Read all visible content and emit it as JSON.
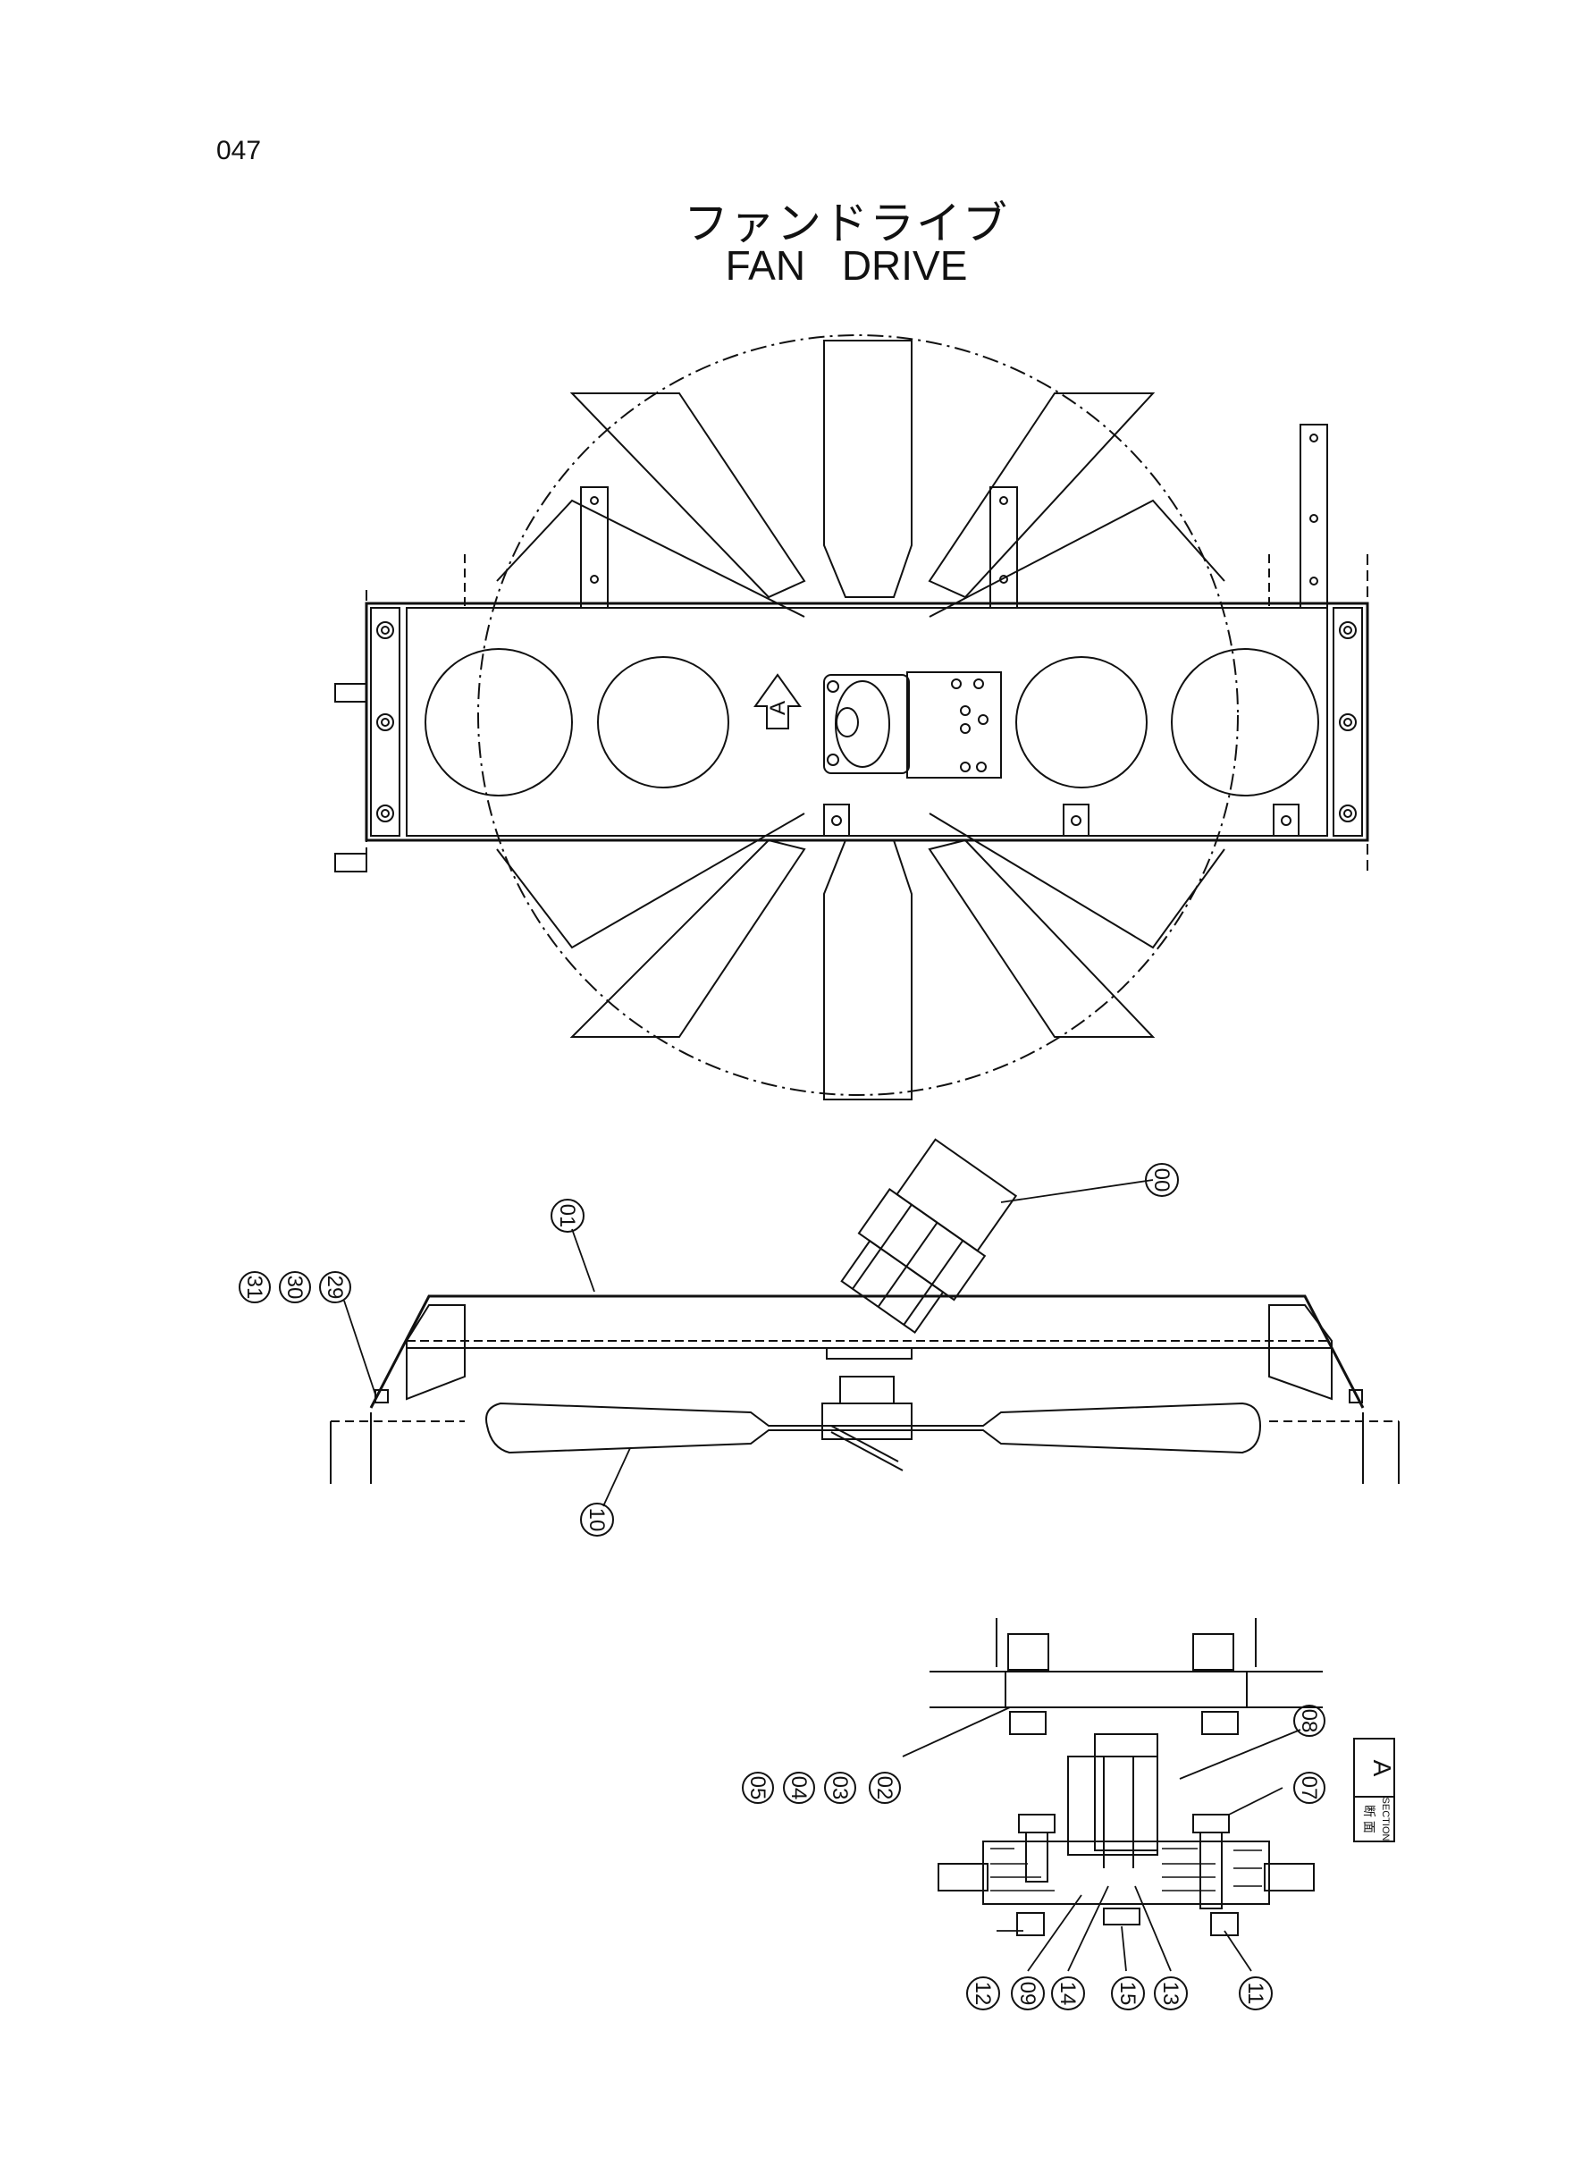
{
  "page_number": "047",
  "title": {
    "japanese": "ファンドライブ",
    "english": "FAN   DRIVE"
  },
  "view_arrow_label": "A",
  "section_box": {
    "japanese": "断 面",
    "english": "SECTION",
    "letter": "A"
  },
  "callouts": {
    "c00": "00",
    "c01": "01",
    "c02": "02",
    "c03": "03",
    "c04": "04",
    "c05": "05",
    "c07": "07",
    "c08": "08",
    "c09": "09",
    "c10": "10",
    "c11": "11",
    "c12": "12",
    "c13": "13",
    "c14": "14",
    "c15": "15",
    "c29": "29",
    "c30": "30",
    "c31": "31"
  },
  "colors": {
    "line": "#111111",
    "background": "#ffffff"
  }
}
